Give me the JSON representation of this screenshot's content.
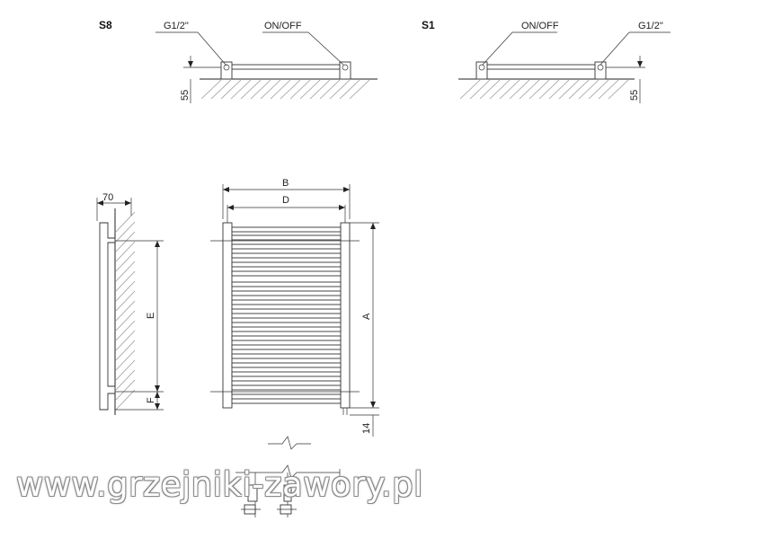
{
  "variants": {
    "s8": {
      "title": "S8",
      "thread_label": "G1/2\"",
      "valve_label": "ON/OFF",
      "spacing_label": "55"
    },
    "s1": {
      "title": "S1",
      "valve_label": "ON/OFF",
      "thread_label": "G1/2\"",
      "spacing_label": "55"
    }
  },
  "dimensions": {
    "depth": "70",
    "width_total": "B",
    "width_axis": "D",
    "height_total": "A",
    "axis_spacing": "E",
    "bottom_offset": "F",
    "bottom_gap": "14"
  },
  "watermark": "www.grzejniki-zawory.pl"
}
